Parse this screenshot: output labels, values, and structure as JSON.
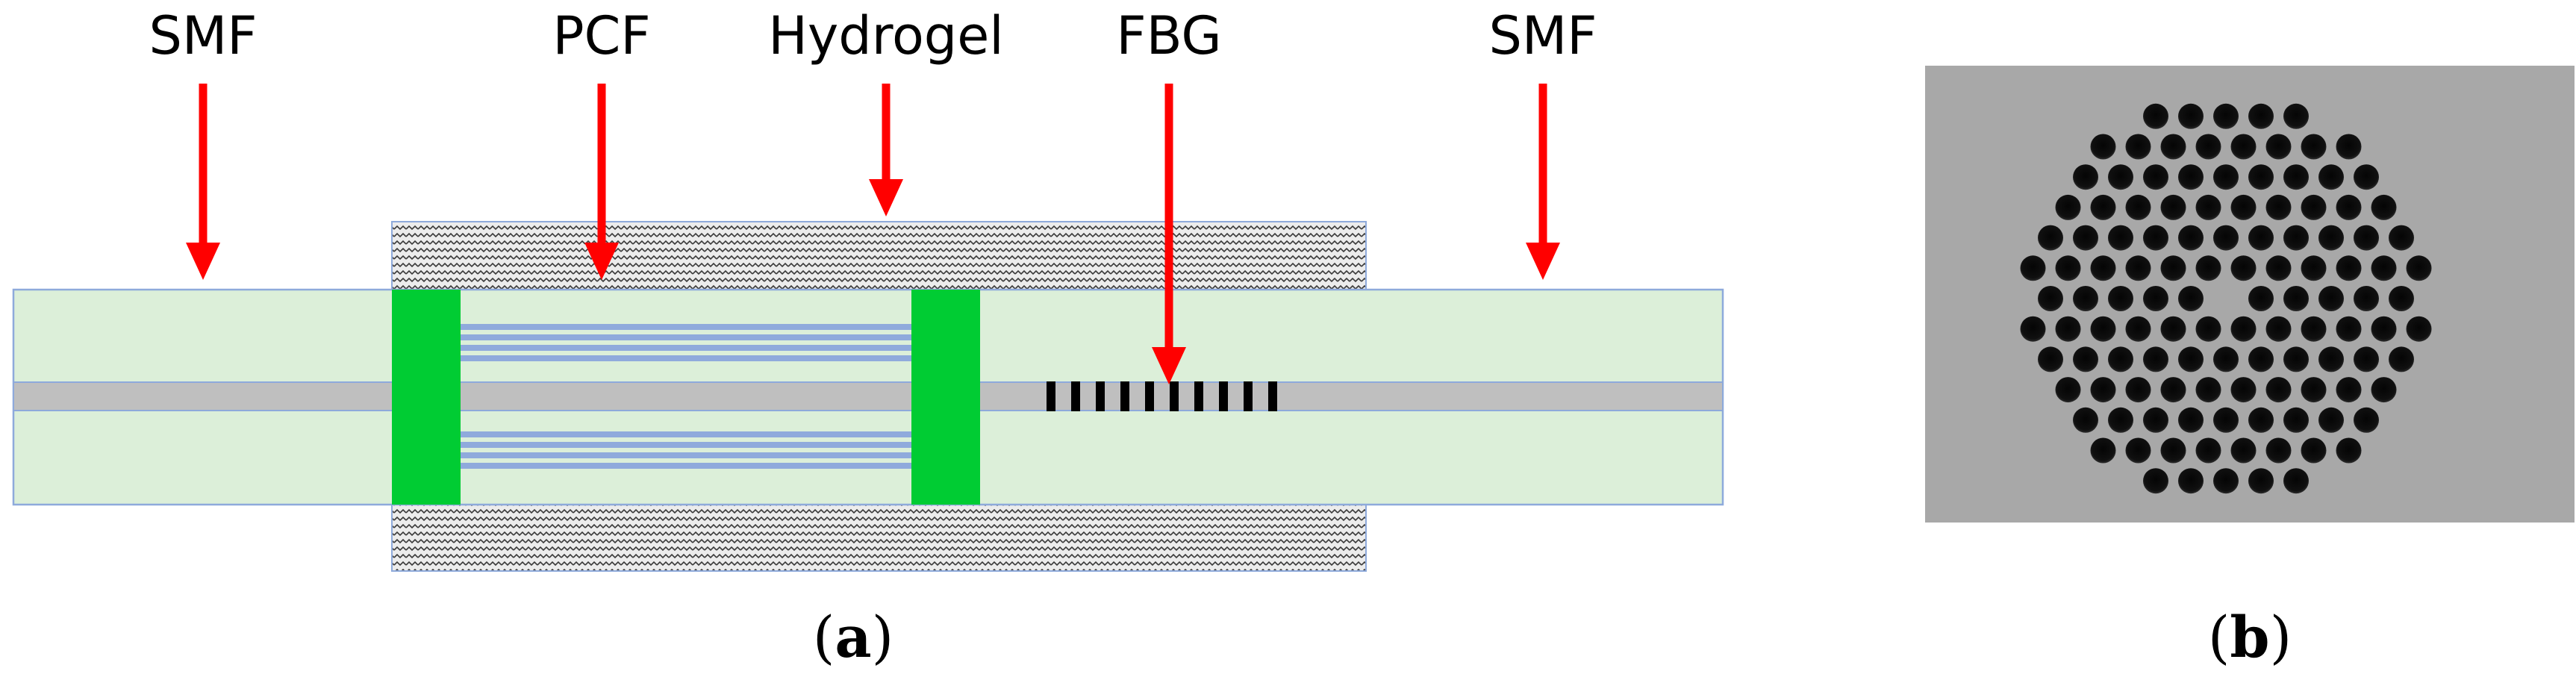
{
  "panel_a": {
    "labels": {
      "smf_left": "SMF",
      "pcf": "PCF",
      "hydrogel": "Hydrogel",
      "fbg": "FBG",
      "smf_right": "SMF"
    },
    "caption_open": "(",
    "caption_letter": "a",
    "caption_close": ")"
  },
  "panel_b": {
    "caption_open": "(",
    "caption_letter": "b",
    "caption_close": ")"
  },
  "colors": {
    "arrow": "#ff0000",
    "cladding": "#dcefd9",
    "cladding_border": "#8eaadb",
    "core": "#bfbfbf",
    "splice": "#00cc33",
    "pcf_holes": "#8faadc",
    "hydrogel_fill": "#d9d9d9",
    "fbg_marks": "#000000",
    "micrograph_bg": "#a6a6a6",
    "air_hole": "#0d0d0d"
  }
}
